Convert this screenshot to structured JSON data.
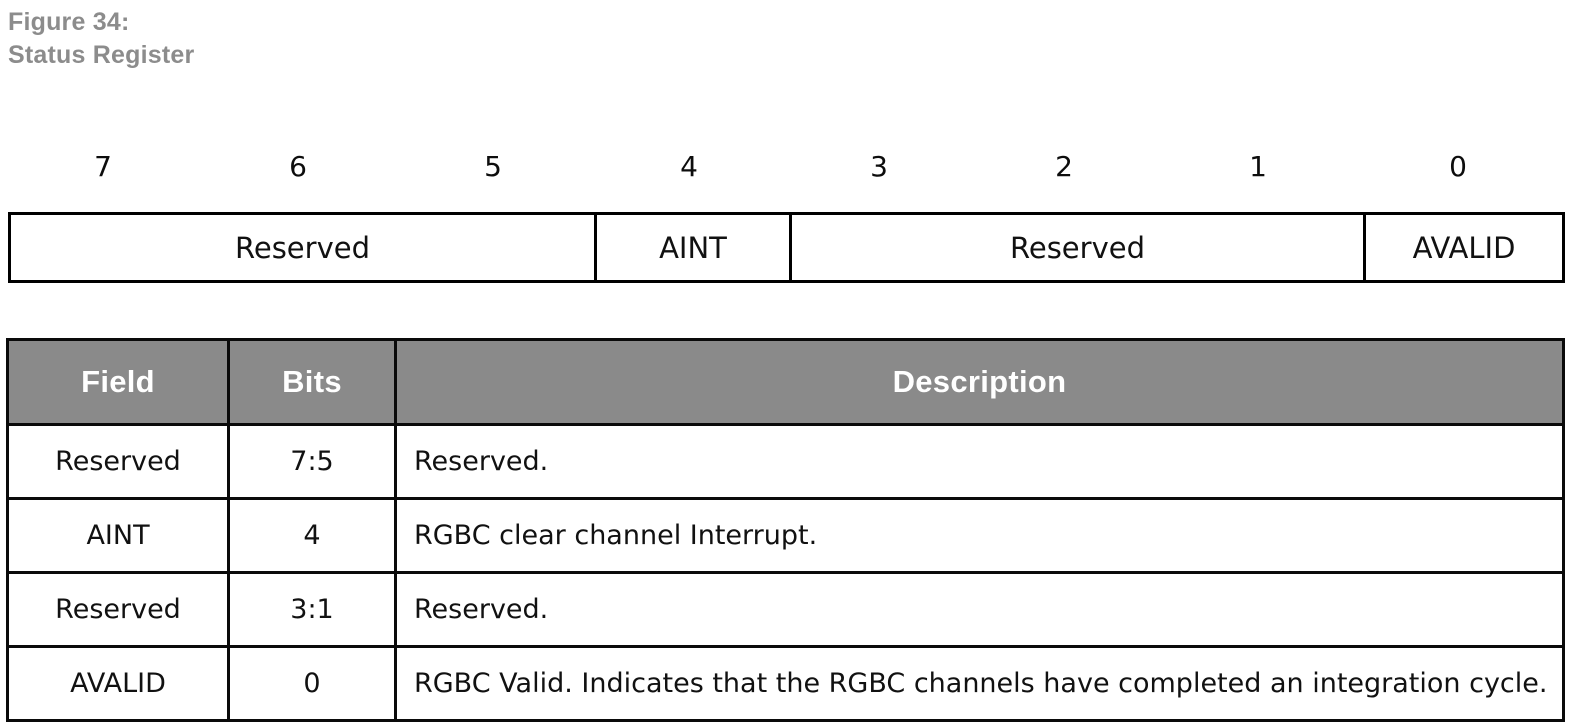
{
  "figure": {
    "label": "Figure 34:",
    "name": "Status Register"
  },
  "register_diagram": {
    "bit_numbers": [
      "7",
      "6",
      "5",
      "4",
      "3",
      "2",
      "1",
      "0"
    ],
    "fields": [
      {
        "name": "Reserved",
        "span": 3
      },
      {
        "name": "AINT",
        "span": 1
      },
      {
        "name": "Reserved",
        "span": 3
      },
      {
        "name": "AVALID",
        "span": 1
      }
    ]
  },
  "description_table": {
    "headers": {
      "field": "Field",
      "bits": "Bits",
      "description": "Description"
    },
    "rows": [
      {
        "field": "Reserved",
        "bits": "7:5",
        "description": "Reserved."
      },
      {
        "field": "AINT",
        "bits": "4",
        "description": "RGBC clear channel Interrupt."
      },
      {
        "field": "Reserved",
        "bits": "3:1",
        "description": "Reserved."
      },
      {
        "field": "AVALID",
        "bits": "0",
        "description": "RGBC Valid. Indicates that the RGBC channels have completed an integration cycle."
      }
    ]
  },
  "colors": {
    "caption_gray": "#8c8c8c",
    "header_gray": "#8a8a8a",
    "border_black": "#0a0a0a",
    "text_black": "#111111",
    "header_text": "#ffffff"
  }
}
